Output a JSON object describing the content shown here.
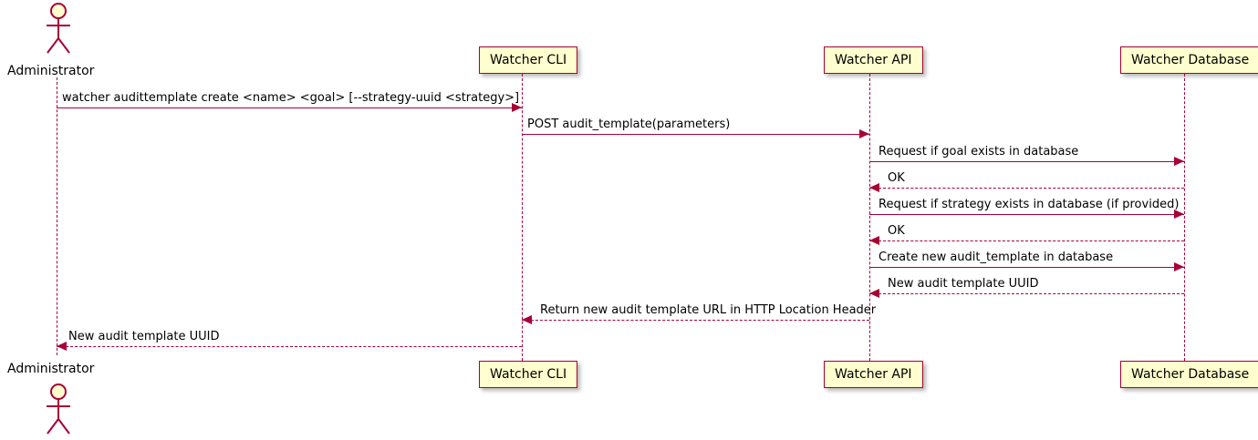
{
  "diagram": {
    "type": "sequence",
    "title": "",
    "colors": {
      "line": "#A80036",
      "participant_fill": "#FEFECE",
      "participant_border": "#A80036",
      "text": "#000000",
      "background": "#FFFFFF"
    },
    "actors": [
      {
        "id": "administrator",
        "label": "Administrator",
        "kind": "actor"
      }
    ],
    "participants": [
      {
        "id": "cli",
        "label": "Watcher CLI",
        "kind": "participant"
      },
      {
        "id": "api",
        "label": "Watcher API",
        "kind": "participant"
      },
      {
        "id": "db",
        "label": "Watcher Database",
        "kind": "participant"
      }
    ],
    "messages": [
      {
        "index": 1,
        "from": "administrator",
        "to": "cli",
        "text": "watcher audittemplate create <name> <goal> [--strategy-uuid <strategy>]",
        "style": "solid",
        "direction": "right"
      },
      {
        "index": 2,
        "from": "cli",
        "to": "api",
        "text": "POST audit_template(parameters)",
        "style": "solid",
        "direction": "right"
      },
      {
        "index": 3,
        "from": "api",
        "to": "db",
        "text": "Request if goal exists in database",
        "style": "solid",
        "direction": "right"
      },
      {
        "index": 4,
        "from": "db",
        "to": "api",
        "text": "OK",
        "style": "dotted",
        "direction": "left"
      },
      {
        "index": 5,
        "from": "api",
        "to": "db",
        "text": "Request if strategy exists in database (if provided)",
        "style": "solid",
        "direction": "right"
      },
      {
        "index": 6,
        "from": "db",
        "to": "api",
        "text": "OK",
        "style": "dotted",
        "direction": "left"
      },
      {
        "index": 7,
        "from": "api",
        "to": "db",
        "text": "Create new audit_template in database",
        "style": "solid",
        "direction": "right"
      },
      {
        "index": 8,
        "from": "db",
        "to": "api",
        "text": "New audit template UUID",
        "style": "dotted",
        "direction": "left"
      },
      {
        "index": 9,
        "from": "api",
        "to": "cli",
        "text": "Return new audit template URL in HTTP Location Header",
        "style": "dotted",
        "direction": "left"
      },
      {
        "index": 10,
        "from": "cli",
        "to": "administrator",
        "text": "New audit template UUID",
        "style": "dotted",
        "direction": "left"
      }
    ]
  }
}
